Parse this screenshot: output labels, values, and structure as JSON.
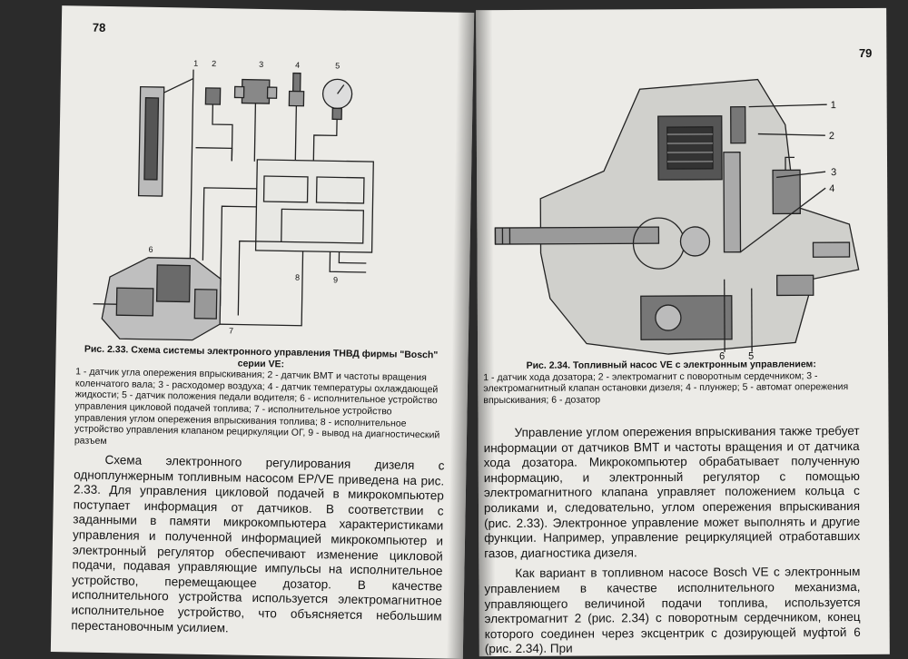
{
  "left_page": {
    "page_number": "78",
    "figure_labels": [
      "1",
      "2",
      "3",
      "4",
      "5",
      "6",
      "7",
      "8",
      "9"
    ],
    "caption_title": "Рис. 2.33. Схема системы электронного управления ТНВД фирмы \"Bosch\" серии VE:",
    "caption_body": "1 - датчик угла опережения впрыскивания; 2 - датчик ВМТ и частоты вращения коленчатого вала; 3 - расходомер воздуха; 4 - датчик температуры охлаждающей жидкости; 5 - датчик положения педали водителя; 6 - исполнительное устройство управления цикловой подачей топлива; 7 - исполнительное устройство управления углом опережения впрыскивания топлива; 8 - исполнительное устройство управления клапаном рециркуляции ОГ, 9 - вывод на диагностический разъем",
    "paragraph": "Схема электронного регулирования дизеля с одноплунжерным топливным насосом EP/VE приведена на рис. 2.33. Для управления цикловой подачей в микрокомпьютер поступает информация от датчиков. В соответствии с заданными в памяти микрокомпьютера характеристиками управления и полученной информацией микрокомпьютер и электронный регулятор обеспечивают изменение цикловой подачи, подавая управляющие импульсы на исполнительное устройство, перемещающее дозатор. В качестве исполнительного устройства используется электромагнитное исполнительное устройство, что объясняется небольшим перестановочным усилием."
  },
  "right_page": {
    "page_number": "79",
    "figure_labels": [
      "1",
      "2",
      "3",
      "4",
      "6",
      "5"
    ],
    "caption_title": "Рис. 2.34. Топливный насос VE с электронным управлением:",
    "caption_body": "1 - датчик хода дозатора; 2 - электромагнит с поворотным сердечником; 3 - электромагнитный клапан остановки дизеля; 4 - плунжер; 5 - автомат опережения впрыскивания; 6 - дозатор",
    "paragraph_1": "Управление углом опережения впрыскивания также требует информации от датчиков ВМТ и частоты вращения и от датчика хода дозатора. Микрокомпьютер обрабатывает полученную информацию, и электронный регулятор с помощью электромагнитного клапана управляет положением кольца с роликами и, следовательно, углом опережения впрыскивания (рис. 2.33). Электронное управление может выполнять и другие функции. Например, управление рециркуляцией отработавших газов, диагностика дизеля.",
    "paragraph_2": "Как вариант в топливном насосе Bosch VE с электронным управлением в качестве исполнительного механизма, управляющего величиной подачи топлива, используется электромагнит 2 (рис. 2.34) с поворотным сердечником, конец которого соединен через эксцентрик с дозирующей муфтой 6 (рис. 2.34). При"
  },
  "colors": {
    "paper": "#ecebe7",
    "ink": "#141414",
    "background": "#2b2b2b"
  }
}
